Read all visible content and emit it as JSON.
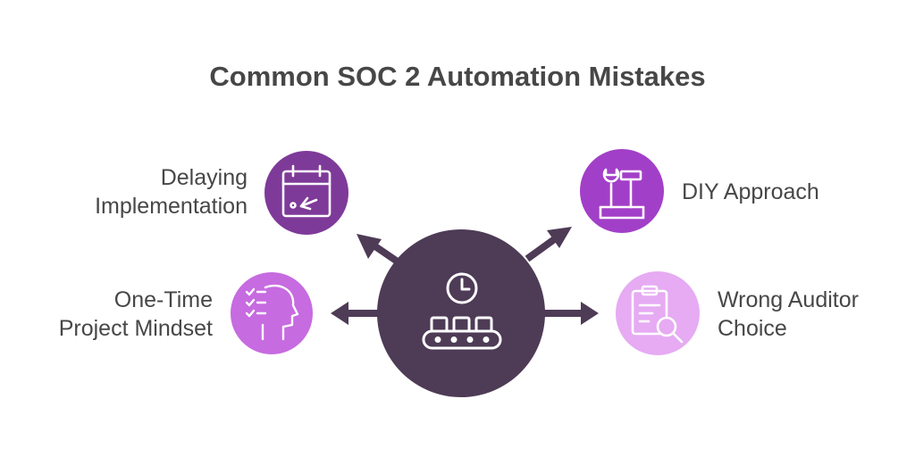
{
  "title": "Common SOC 2 Automation Mistakes",
  "colors": {
    "hub": "#4e3b56",
    "delaying": "#7e3a98",
    "diy": "#a23fc8",
    "one_time": "#c76be0",
    "wrong_auditor": "#e6abf3",
    "text": "#474747",
    "icon": "#ffffff"
  },
  "items": [
    {
      "id": "delaying",
      "line1": "Delaying",
      "line2": "Implementation",
      "icon": "calendar-arrow-icon"
    },
    {
      "id": "diy",
      "line1": "DIY Approach",
      "line2": "",
      "icon": "tools-icon"
    },
    {
      "id": "one_time",
      "line1": "One-Time",
      "line2": "Project Mindset",
      "icon": "checklist-head-icon"
    },
    {
      "id": "wrong_auditor",
      "line1": "Wrong Auditor",
      "line2": "Choice",
      "icon": "document-search-icon"
    }
  ],
  "hub_icon": "clock-conveyor-icon"
}
